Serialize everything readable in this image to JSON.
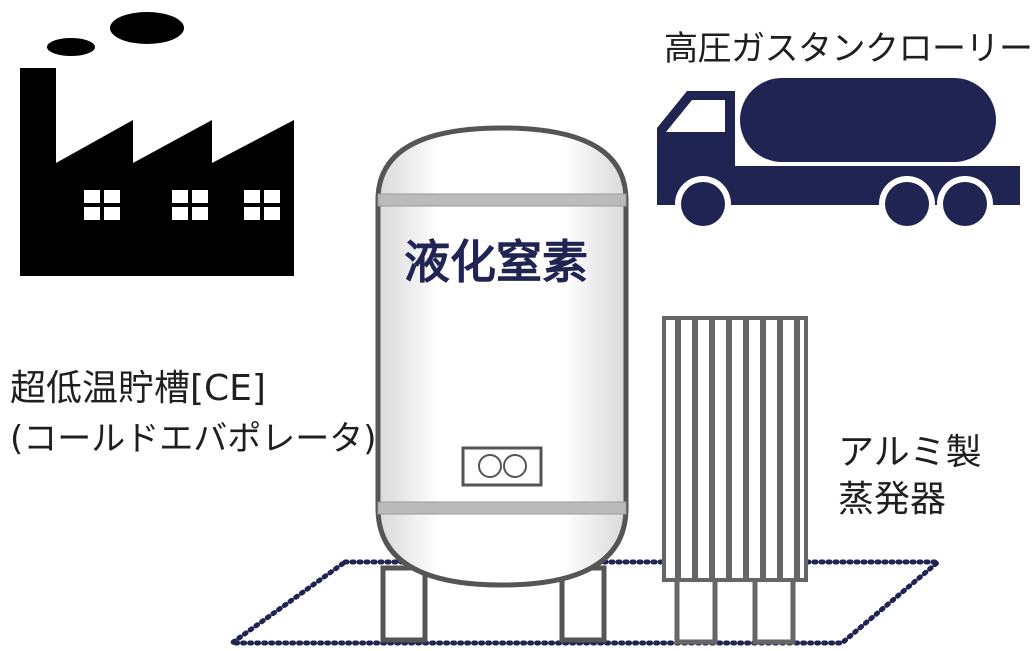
{
  "labels": {
    "tank_content": "液化窒素",
    "ce_name": "超低温貯槽[CE]",
    "ce_sub": "(コールドエバポレータ)",
    "evaporator_line1": "アルミ製",
    "evaporator_line2": "蒸発器",
    "truck": "高圧ガスタンクローリー"
  },
  "colors": {
    "factory": "#000000",
    "truck": "#1f2452",
    "tank_outline": "#555555",
    "text": "#1f1f1f",
    "dotted_area": "#1f2452"
  },
  "icons": {
    "factory": "factory-icon",
    "truck": "tank-truck-icon"
  }
}
